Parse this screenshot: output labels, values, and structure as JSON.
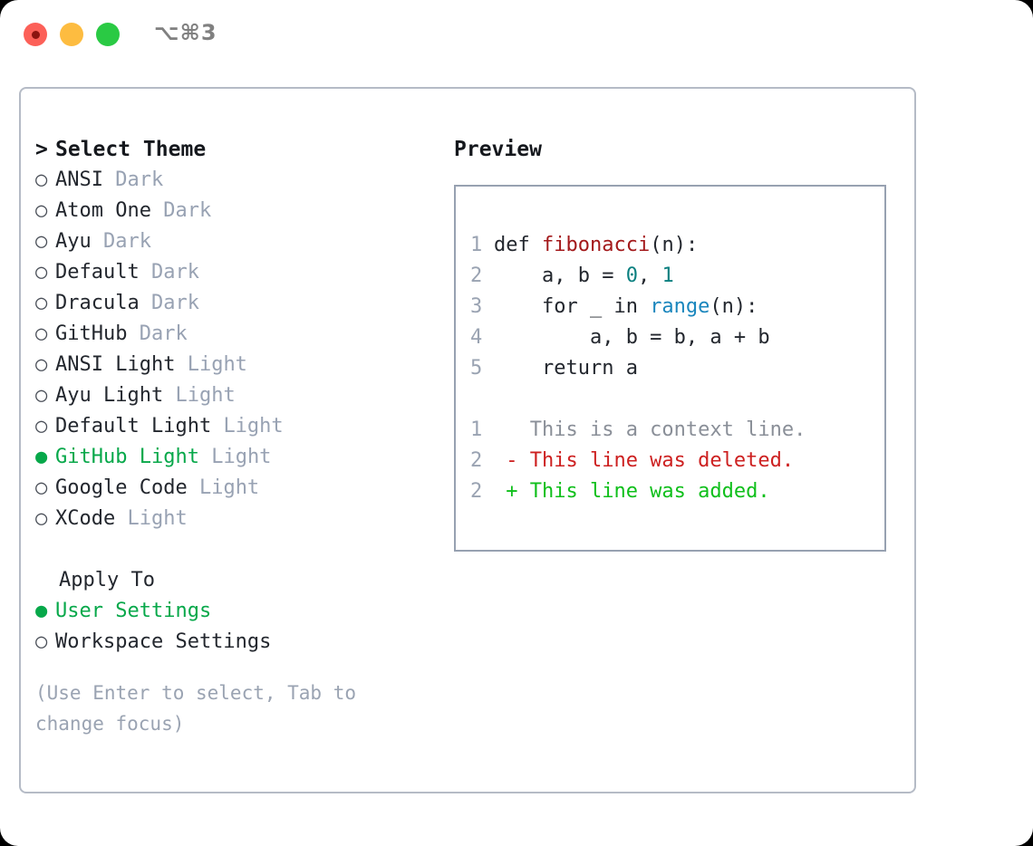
{
  "titlebar": {
    "shortcut": "⌥⌘3",
    "buttons": [
      {
        "name": "close",
        "color": "#fc6058"
      },
      {
        "name": "minimize",
        "color": "#fdbc40"
      },
      {
        "name": "zoom",
        "color": "#2aca44"
      }
    ]
  },
  "theme_selector": {
    "heading_marker": ">",
    "heading": "Select Theme",
    "marker_unselected": "○",
    "marker_selected": "●",
    "items": [
      {
        "name": "ANSI",
        "kind": "Dark",
        "selected": false
      },
      {
        "name": "Atom One",
        "kind": "Dark",
        "selected": false
      },
      {
        "name": "Ayu",
        "kind": "Dark",
        "selected": false
      },
      {
        "name": "Default",
        "kind": "Dark",
        "selected": false
      },
      {
        "name": "Dracula",
        "kind": "Dark",
        "selected": false
      },
      {
        "name": "GitHub",
        "kind": "Dark",
        "selected": false
      },
      {
        "name": "ANSI Light",
        "kind": "Light",
        "selected": false
      },
      {
        "name": "Ayu Light",
        "kind": "Light",
        "selected": false
      },
      {
        "name": "Default Light",
        "kind": "Light",
        "selected": false
      },
      {
        "name": "GitHub Light",
        "kind": "Light",
        "selected": true
      },
      {
        "name": "Google Code",
        "kind": "Light",
        "selected": false
      },
      {
        "name": "XCode",
        "kind": "Light",
        "selected": false
      }
    ]
  },
  "apply_to": {
    "label": "Apply To",
    "options": [
      {
        "name": "User Settings",
        "selected": true
      },
      {
        "name": "Workspace Settings",
        "selected": false
      }
    ]
  },
  "hint": "(Use Enter to select, Tab to change focus)",
  "preview": {
    "title": "Preview",
    "code": [
      {
        "no": "1",
        "parts": [
          {
            "t": "def ",
            "c": "plain"
          },
          {
            "t": "fibonacci",
            "c": "fn"
          },
          {
            "t": "(n):",
            "c": "plain"
          }
        ]
      },
      {
        "no": "2",
        "parts": [
          {
            "t": "    a, b = ",
            "c": "plain"
          },
          {
            "t": "0",
            "c": "num"
          },
          {
            "t": ", ",
            "c": "plain"
          },
          {
            "t": "1",
            "c": "num"
          }
        ]
      },
      {
        "no": "3",
        "parts": [
          {
            "t": "    for _ in ",
            "c": "plain"
          },
          {
            "t": "range",
            "c": "builtin"
          },
          {
            "t": "(n):",
            "c": "plain"
          }
        ]
      },
      {
        "no": "4",
        "parts": [
          {
            "t": "        a, b = b, a + b",
            "c": "plain"
          }
        ]
      },
      {
        "no": "5",
        "parts": [
          {
            "t": "    return a",
            "c": "plain"
          }
        ]
      }
    ],
    "diff": [
      {
        "no": "1",
        "sign": " ",
        "text": "This is a context line.",
        "kind": "context"
      },
      {
        "no": "2",
        "sign": "-",
        "text": "This line was deleted.",
        "kind": "deleted"
      },
      {
        "no": "2",
        "sign": "+",
        "text": "This line was added.",
        "kind": "added"
      }
    ]
  },
  "colors": {
    "accent_green": "#07a84a",
    "muted": "#98a2b3",
    "diff_deleted": "#cd2020",
    "diff_added": "#0fbf1b",
    "syntax_function": "#a3191b",
    "syntax_number": "#0b8080",
    "syntax_builtin": "#1a86bd"
  }
}
